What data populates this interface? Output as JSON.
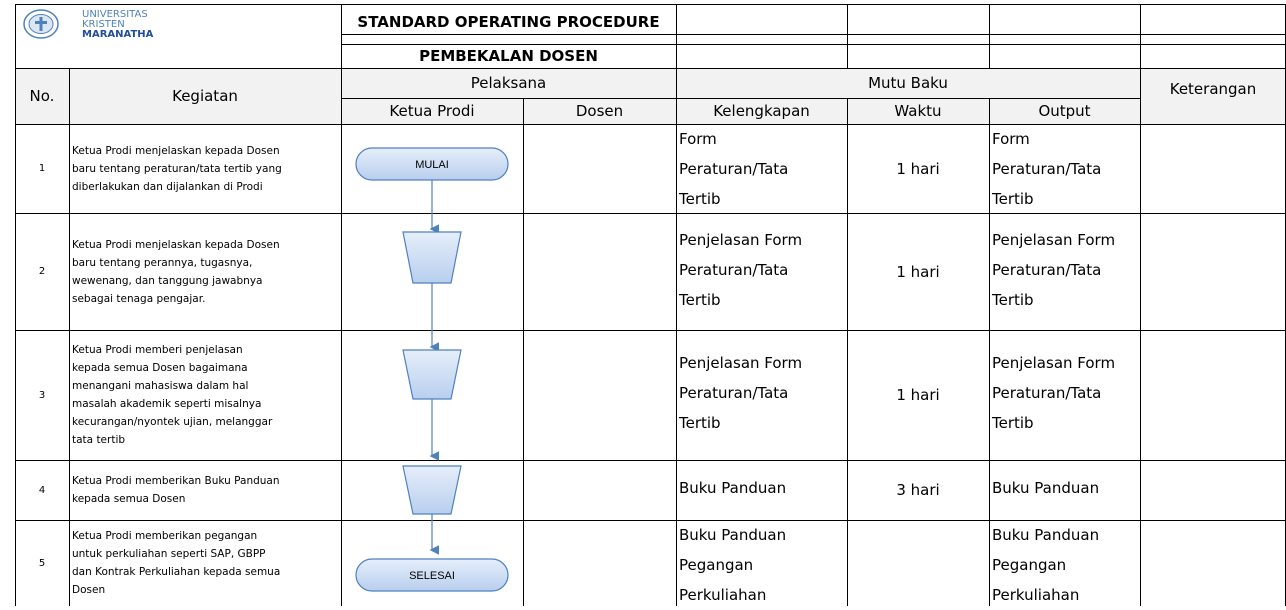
{
  "logo": {
    "line1": "UNIVERSITAS",
    "line2": "KRISTEN",
    "line3": "MARANATHA"
  },
  "title": {
    "line1": "STANDARD OPERATING PROCEDURE",
    "line2": "PEMBEKALAN DOSEN"
  },
  "header": {
    "no": "No.",
    "kegiatan": "Kegiatan",
    "pelaksana": "Pelaksana",
    "ketua_prodi": "Ketua Prodi",
    "dosen": "Dosen",
    "mutu_baku": "Mutu Baku",
    "kelengkapan": "Kelengkapan",
    "waktu": "Waktu",
    "output": "Output",
    "keterangan": "Keterangan"
  },
  "rows": [
    {
      "no": "1",
      "kegiatan": [
        "Ketua Prodi menjelaskan kepada Dosen",
        "baru tentang peraturan/tata tertib yang",
        "diberlakukan dan dijalankan di Prodi"
      ],
      "kelengkapan": [
        "Form",
        "Peraturan/Tata",
        "Tertib"
      ],
      "waktu": "1 hari",
      "output": [
        "Form",
        "Peraturan/Tata",
        "Tertib"
      ]
    },
    {
      "no": "2",
      "kegiatan": [
        "Ketua Prodi menjelaskan kepada Dosen",
        "baru tentang perannya, tugasnya,",
        "wewenang, dan tanggung jawabnya",
        "sebagai tenaga pengajar."
      ],
      "kelengkapan": [
        "Penjelasan Form",
        "Peraturan/Tata",
        "Tertib"
      ],
      "waktu": "1 hari",
      "output": [
        "Penjelasan Form",
        "Peraturan/Tata",
        "Tertib"
      ]
    },
    {
      "no": "3",
      "kegiatan": [
        "Ketua Prodi memberi penjelasan",
        "kepada semua Dosen bagaimana",
        "menangani mahasiswa dalam hal",
        "masalah akademik seperti misalnya",
        "kecurangan/nyontek ujian, melanggar",
        "tata tertib"
      ],
      "kelengkapan": [
        "Penjelasan Form",
        "Peraturan/Tata",
        "Tertib"
      ],
      "waktu": "1 hari",
      "output": [
        "Penjelasan Form",
        "Peraturan/Tata",
        "Tertib"
      ]
    },
    {
      "no": "4",
      "kegiatan": [
        "Ketua Prodi memberikan Buku Panduan",
        "kepada semua Dosen"
      ],
      "kelengkapan": [
        "Buku Panduan"
      ],
      "waktu": "3 hari",
      "output": [
        "Buku Panduan"
      ]
    },
    {
      "no": "5",
      "kegiatan": [
        "Ketua Prodi memberikan pegangan",
        "untuk perkuliahan seperti SAP, GBPP",
        "dan Kontrak Perkuliahan kepada semua",
        "Dosen"
      ],
      "kelengkapan": [
        "Buku Panduan",
        "Pegangan",
        "Perkuliahan"
      ],
      "waktu": "",
      "output": [
        "Buku Panduan",
        "Pegangan",
        "Perkuliahan"
      ]
    }
  ],
  "flow": {
    "start_label": "MULAI",
    "end_label": "SELESAI",
    "shape_fill": "#c6d9f1",
    "shape_stroke": "#4f81bd"
  }
}
